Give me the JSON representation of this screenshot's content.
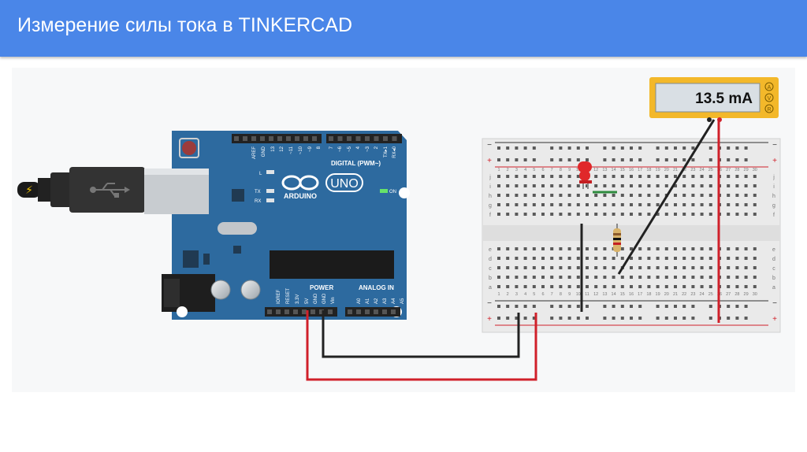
{
  "slide": {
    "title": "Измерение силы тока в TINKERCAD"
  },
  "multimeter": {
    "reading": "13.5 mA",
    "modes": [
      "A",
      "V",
      "R"
    ]
  },
  "arduino": {
    "logo": "ARDUINO",
    "model": "UNO",
    "digital_label": "DIGITAL (PWM~)",
    "power_label": "POWER",
    "analog_label": "ANALOG IN",
    "on_label": "ON",
    "l_label": "L",
    "tx_label": "TX",
    "rx_label": "RX",
    "top_pins": [
      "AREF",
      "GND",
      "13",
      "12",
      "~11",
      "~10",
      "~9",
      "8",
      "7",
      "~6",
      "~5",
      "4",
      "~3",
      "2",
      "TX▸1",
      "RX◂0"
    ],
    "power_pins": [
      "IOREF",
      "RESET",
      "3.3V",
      "5V",
      "GND",
      "GND",
      "Vin"
    ],
    "analog_pins": [
      "A0",
      "A1",
      "A2",
      "A3",
      "A4",
      "A5"
    ]
  },
  "breadboard": {
    "plus": "+",
    "minus": "−",
    "row_letters_top": [
      "j",
      "i",
      "h",
      "g",
      "f"
    ],
    "row_letters_bottom": [
      "e",
      "d",
      "c",
      "b",
      "a"
    ],
    "columns": [
      "1",
      "2",
      "3",
      "4",
      "5",
      "6",
      "7",
      "8",
      "9",
      "10",
      "11",
      "12",
      "13",
      "14",
      "15",
      "16",
      "17",
      "18",
      "19",
      "20",
      "21",
      "22",
      "23",
      "24",
      "25",
      "26",
      "27",
      "28",
      "29",
      "30"
    ]
  },
  "colors": {
    "header": "#4a86e8",
    "arduino_board": "#2d6a9f",
    "wire_red": "#d0202a",
    "wire_black": "#222222",
    "multimeter_body": "#f3b82a",
    "multimeter_screen": "#d9dfe4"
  }
}
